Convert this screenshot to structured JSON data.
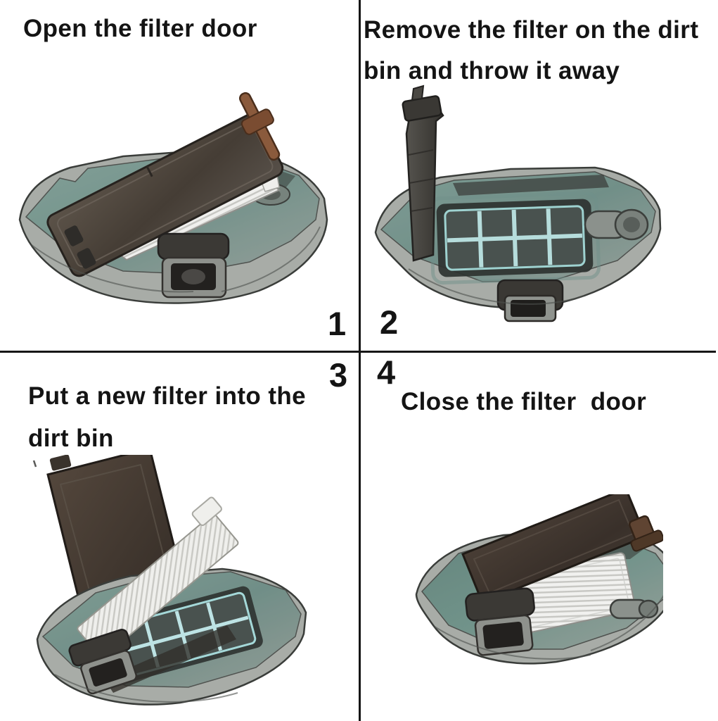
{
  "page": {
    "background": "#ffffff",
    "divider_color": "#161616",
    "text_color": "#141414"
  },
  "colors": {
    "bin_gray": "#a8aca7",
    "bin_teal": "#6e8f88",
    "door_brown": "#453d35",
    "filter_white": "#f0f0ee",
    "grid_blue": "#bce5e4",
    "clip_copper": "#8a5a3c",
    "clip_dark_brown": "#5f4432"
  },
  "steps": [
    {
      "number": "1",
      "lines": [
        "Open the filter door"
      ],
      "photo_alt": "dirt-bin-with-filter-door-opened"
    },
    {
      "number": "2",
      "lines": [
        "Remove the filter on the dirt",
        "bin and throw it away"
      ],
      "photo_alt": "dirt-bin-door-upright-filter-removed"
    },
    {
      "number": "3",
      "lines": [
        "Put a new filter into the",
        "dirt bin"
      ],
      "photo_alt": "new-filter-inserted-into-dirt-bin"
    },
    {
      "number": "4",
      "lines": [
        "Close the filter  door"
      ],
      "photo_alt": "dirt-bin-filter-door-closing"
    }
  ]
}
